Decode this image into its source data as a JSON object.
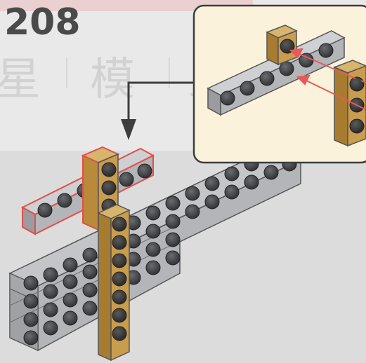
{
  "step": {
    "number": "208"
  },
  "watermark": {
    "chars": [
      "星",
      "模",
      "王"
    ]
  },
  "colors": {
    "background": "#dcdcdc",
    "callout_background": "#fbf2dc",
    "gray_plate": "#a9abae",
    "tan_plate": "#c69a4a",
    "highlight_red": "#e0504a",
    "arrow_red": "#e65a5a",
    "arrow_dark": "#3d3d3d"
  },
  "icons": [
    "arrow-down-icon",
    "insert-arrow-icon"
  ]
}
